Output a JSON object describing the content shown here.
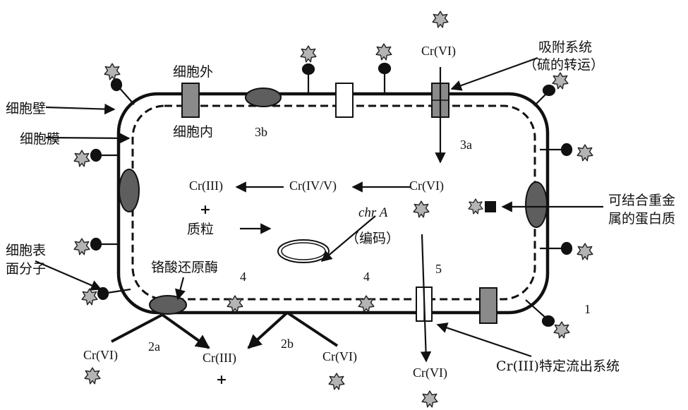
{
  "labels": {
    "cell_wall": "细胞壁",
    "cell_membrane": "细胞膜",
    "extracellular": "细胞外",
    "intracellular": "细胞内",
    "surface_molecule_1": "细胞表",
    "surface_molecule_2": "面分子",
    "adsorption_1": "吸附系统",
    "adsorption_2": "（硫的转运）",
    "binding_protein_1": "可结合重金",
    "binding_protein_2": "属的蛋白质",
    "chromate_reductase": "铬酸还原酶",
    "plasmid": "质粒",
    "chrA_gene": "chr A",
    "encoding": "（编码）",
    "efflux_system": "Cr(III)特定流出系统",
    "plus_sign": "+"
  },
  "species": {
    "cr6_top": "Cr(VI)",
    "cr6_inside": "Cr(VI)",
    "cr45": "Cr(IV/V)",
    "cr3_inside": "Cr(III)",
    "cr6_bottom_left": "Cr(VI)",
    "cr3_bottom": "Cr(III)",
    "cr6_bottom_mid": "Cr(VI)",
    "cr6_bottom_right": "Cr(VI)"
  },
  "pathway_numbers": {
    "p1": "1",
    "p2a": "2a",
    "p2b": "2b",
    "p3a": "3a",
    "p3b": "3b",
    "p4_left": "4",
    "p4_right": "4",
    "p5": "5"
  },
  "colors": {
    "line": "#111111",
    "protein_fill": "#5e5e5e",
    "transporter_fill": "#8a8a8a",
    "star_fill": "#b4b4b4",
    "channel_fill": "#ffffff"
  },
  "icons": {
    "metal_ion": "star-icon",
    "surface_ligand": "lollipop-icon"
  }
}
